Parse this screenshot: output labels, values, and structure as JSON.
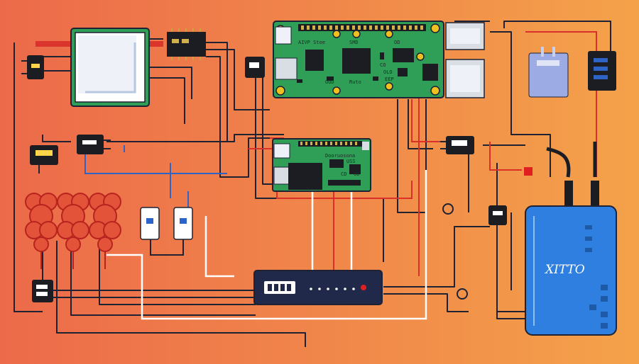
{
  "diagram": {
    "colors": {
      "background_left": "#ec6a4a",
      "background_right": "#f4a24a",
      "wire_dark": "#1f2233",
      "wire_red": "#d9312a",
      "wire_blue": "#2e64c6",
      "wire_white": "#ffffff",
      "pcb_green": "#2f9e57",
      "chip_black": "#1b1d23",
      "hub_blue": "#2f7fe0"
    },
    "main_board": {
      "silkscreen": [
        "AIVP Stoe",
        "SMD",
        "OD",
        "OUD",
        "Ruto",
        "CO",
        "OLO",
        "EEP"
      ]
    },
    "secondary_board": {
      "silkscreen": [
        "Dooruosona",
        "USS",
        "CD",
        "OD"
      ]
    },
    "hub": {
      "logo_text": "XITTO"
    },
    "flowers": {
      "count": 3
    },
    "labels": []
  }
}
